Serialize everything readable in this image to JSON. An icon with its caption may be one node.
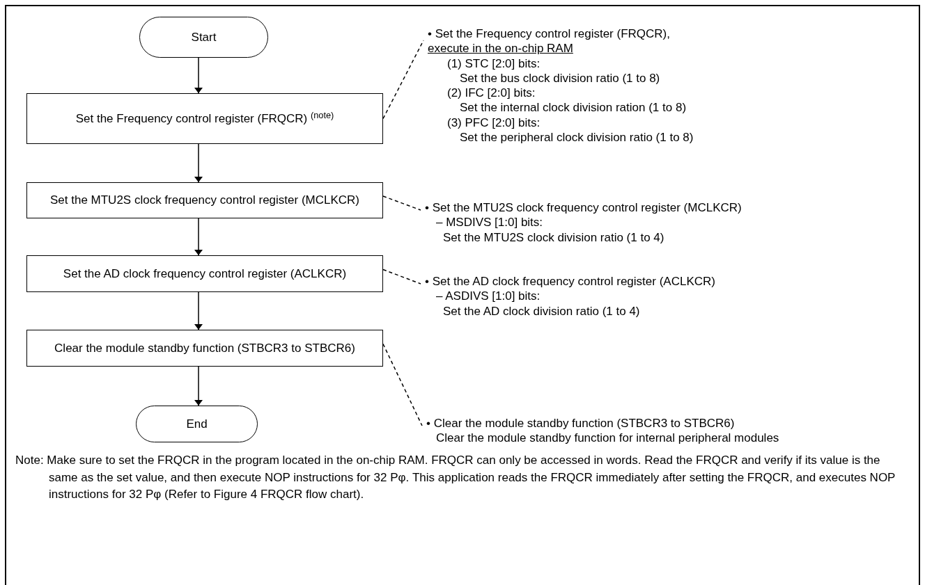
{
  "diagram": {
    "nodes": [
      {
        "text": [
          "Start"
        ]
      },
      {
        "text": [
          "Set the Frequency control register (FRQCR) $^{(note)}$"
        ]
      },
      {
        "text": [
          "Set the MTU2S clock frequency control register (MCLKCR)"
        ]
      },
      {
        "text": [
          "Set the AD clock frequency control register (ACLKCR)"
        ]
      },
      {
        "text": [
          "Clear the module standby function (STBCR3 to STBCR6)"
        ]
      },
      {
        "text": [
          "End"
        ]
      },
      {
        "text": [
          "• Set the Frequency control register (FRQCR),",
          "execute in the on-chip RAM",
          "(1) STC [2:0] bits:",
          "Set the bus clock division ratio (1 to 8)",
          "(2) IFC [2:0] bits:",
          "Set the internal clock division ration (1 to 8)",
          "(3) PFC [2:0] bits:",
          "Set the peripheral clock division ratio (1 to 8)"
        ]
      },
      {
        "text": [
          "• Set the MTU2S clock frequency control register (MCLKCR)",
          "– MSDIVS [1:0] bits:",
          "Set the MTU2S clock division ratio (1 to 4)"
        ]
      },
      {
        "text": [
          "• Set the AD clock frequency control register (ACLKCR)",
          "– ASDIVS [1:0] bits:",
          "Set the AD clock division ratio (1 to 4)"
        ]
      },
      {
        "text": [
          "• Clear the module standby function (STBCR3 to STBCR6)",
          "Clear the module standby function for internal peripheral modules"
        ]
      }
    ],
    "edges": [
      {
        "from": 0,
        "to": 1,
        "arrow": "to"
      },
      {
        "from": 1,
        "to": 2,
        "arrow": "to"
      },
      {
        "from": 2,
        "to": 3,
        "arrow": "to"
      },
      {
        "from": 3,
        "to": 4,
        "arrow": "to"
      },
      {
        "from": 4,
        "to": 5,
        "arrow": "to"
      },
      {
        "from": 1,
        "to": 6,
        "arrow": "none",
        "style": "dashed"
      },
      {
        "from": 2,
        "to": 7,
        "arrow": "none",
        "style": "dashed"
      },
      {
        "from": 3,
        "to": 8,
        "arrow": "none",
        "style": "dashed"
      },
      {
        "from": 4,
        "to": 9,
        "arrow": "none",
        "style": "dashed"
      }
    ],
    "labels": [
      "Note: Make sure to set the FRQCR in the program located in the on-chip RAM. FRQCR can only be accessed in words. Read the FRQCR and verify if its value is the same as the set value, and then execute NOP instructions for 32 Pφ. This application reads the FRQCR immediately after setting the FRQCR, and executes NOP instructions for 32  Pφ (Refer to Figure 4 FRQCR flow chart)."
    ]
  }
}
